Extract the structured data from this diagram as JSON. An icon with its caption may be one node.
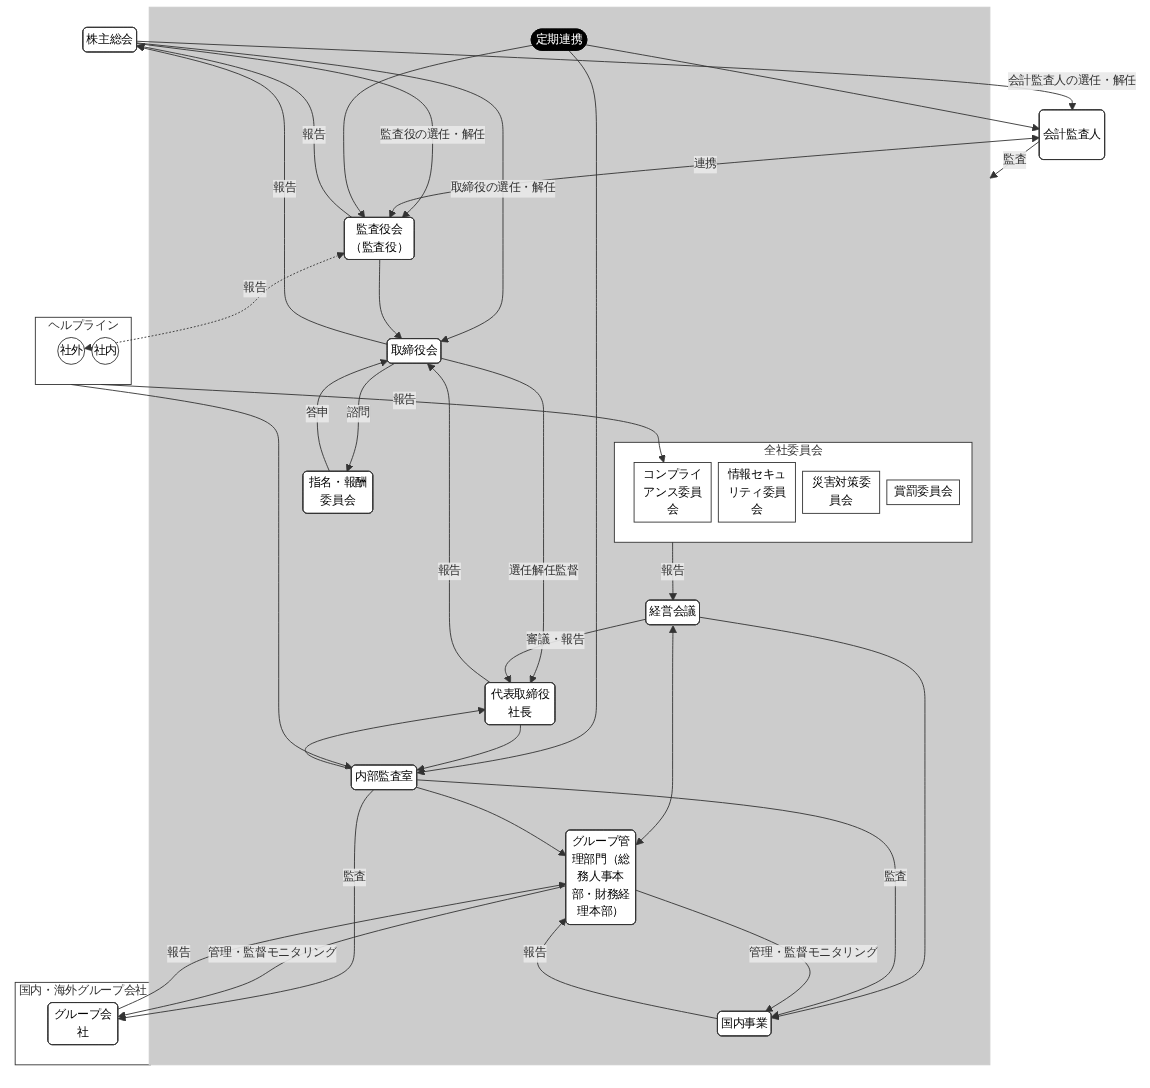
{
  "diagram": {
    "nodes": [
      {
        "text": [
          "株主総会"
        ]
      },
      {
        "text": [],
        "shape": "box"
      },
      {
        "text": [
          "取締役会"
        ],
        "in": 1
      },
      {
        "text": [
          "指名・報酬委員会"
        ],
        "in": 1
      },
      {
        "text": [
          "監査役会（監査役）"
        ],
        "in": 1
      },
      {
        "text": [
          "会計監査人"
        ]
      },
      {
        "text": [
          "定期連携"
        ],
        "in": 1
      },
      {
        "text": [
          "代表取締役社長"
        ],
        "in": 1
      },
      {
        "text": [
          "内部監査室"
        ],
        "in": 1
      },
      {
        "text": [
          "全社委員会"
        ],
        "in": 1
      },
      {
        "text": [
          "コンプライアンス委員会"
        ],
        "in": 9
      },
      {
        "text": [
          "情報セキュリティ委員会"
        ],
        "in": 9
      },
      {
        "text": [
          "災害対策委員会"
        ],
        "in": 9
      },
      {
        "text": [
          "賞罰委員会"
        ],
        "in": 9
      },
      {
        "text": [
          "経営会議"
        ],
        "in": 1
      },
      {
        "text": [
          "ヘルプライン"
        ]
      },
      {
        "text": [
          "社内"
        ],
        "in": 15
      },
      {
        "text": [
          "社外"
        ],
        "in": 15
      },
      {
        "text": [
          "グループ管理部門（総務人事本部・財務経理本部）"
        ],
        "in": 1
      },
      {
        "text": [
          "国内事業"
        ],
        "in": 1
      },
      {
        "text": [
          "国内・海外グループ会社"
        ]
      },
      {
        "text": [
          "グループ会社"
        ],
        "in": 20
      }
    ],
    "edges": [
      {
        "from": 0,
        "to": 2,
        "arrow": "to",
        "label": "取締役の選任・解任"
      },
      {
        "from": 2,
        "to": 0,
        "arrow": "to",
        "label": "報告"
      },
      {
        "from": 0,
        "to": 4,
        "arrow": "to",
        "label": "監査役の選任・解任"
      },
      {
        "from": 4,
        "to": 0,
        "arrow": "to",
        "label": "報告"
      },
      {
        "from": 0,
        "to": 5,
        "arrow": "to",
        "label": "会計監査人の選任・解任"
      },
      {
        "from": 2,
        "to": 3,
        "arrow": "to",
        "label": "諮問"
      },
      {
        "from": 3,
        "to": 2,
        "arrow": "to",
        "label": "答申"
      },
      {
        "from": 4,
        "to": 2,
        "arrow": "to"
      },
      {
        "from": 5,
        "to": 4,
        "arrow": "both",
        "label": "連携"
      },
      {
        "from": 5,
        "to": 1,
        "arrow": "to",
        "label": "監査"
      },
      {
        "from": 6,
        "to": 4,
        "arrow": "to"
      },
      {
        "from": 6,
        "to": 5,
        "arrow": "to"
      },
      {
        "from": 6,
        "to": 8,
        "arrow": "to"
      },
      {
        "from": 2,
        "to": 7,
        "arrow": "to",
        "label": "選任解任監督"
      },
      {
        "from": 7,
        "to": 2,
        "arrow": "to",
        "label": "報告"
      },
      {
        "from": 7,
        "to": 8,
        "arrow": "to"
      },
      {
        "from": 8,
        "to": 7,
        "arrow": "to"
      },
      {
        "from": 4,
        "to": 17,
        "arrow": "both",
        "style": "dashed",
        "label": "報告"
      },
      {
        "from": 14,
        "to": 7,
        "arrow": "to",
        "label": "審議・報告"
      },
      {
        "from": 9,
        "to": 14,
        "arrow": "to",
        "label": "報告"
      },
      {
        "from": 15,
        "to": 10,
        "arrow": "to",
        "label": "報告"
      },
      {
        "from": 15,
        "to": 8,
        "arrow": "to"
      },
      {
        "from": 14,
        "to": 18,
        "arrow": "both"
      },
      {
        "from": 14,
        "to": 19,
        "arrow": "to"
      },
      {
        "from": 8,
        "to": 18,
        "arrow": "to"
      },
      {
        "from": 8,
        "to": 19,
        "arrow": "to",
        "label": "監査"
      },
      {
        "from": 8,
        "to": 21,
        "arrow": "to",
        "label": "監査"
      },
      {
        "from": 18,
        "to": 21,
        "arrow": "to",
        "label": "管理・監督モニタリング"
      },
      {
        "from": 21,
        "to": 18,
        "arrow": "to",
        "label": "報告"
      },
      {
        "from": 19,
        "to": 18,
        "arrow": "to",
        "label": "報告"
      },
      {
        "from": 18,
        "to": 19,
        "arrow": "to",
        "label": "管理・監督モニタリング"
      }
    ]
  }
}
